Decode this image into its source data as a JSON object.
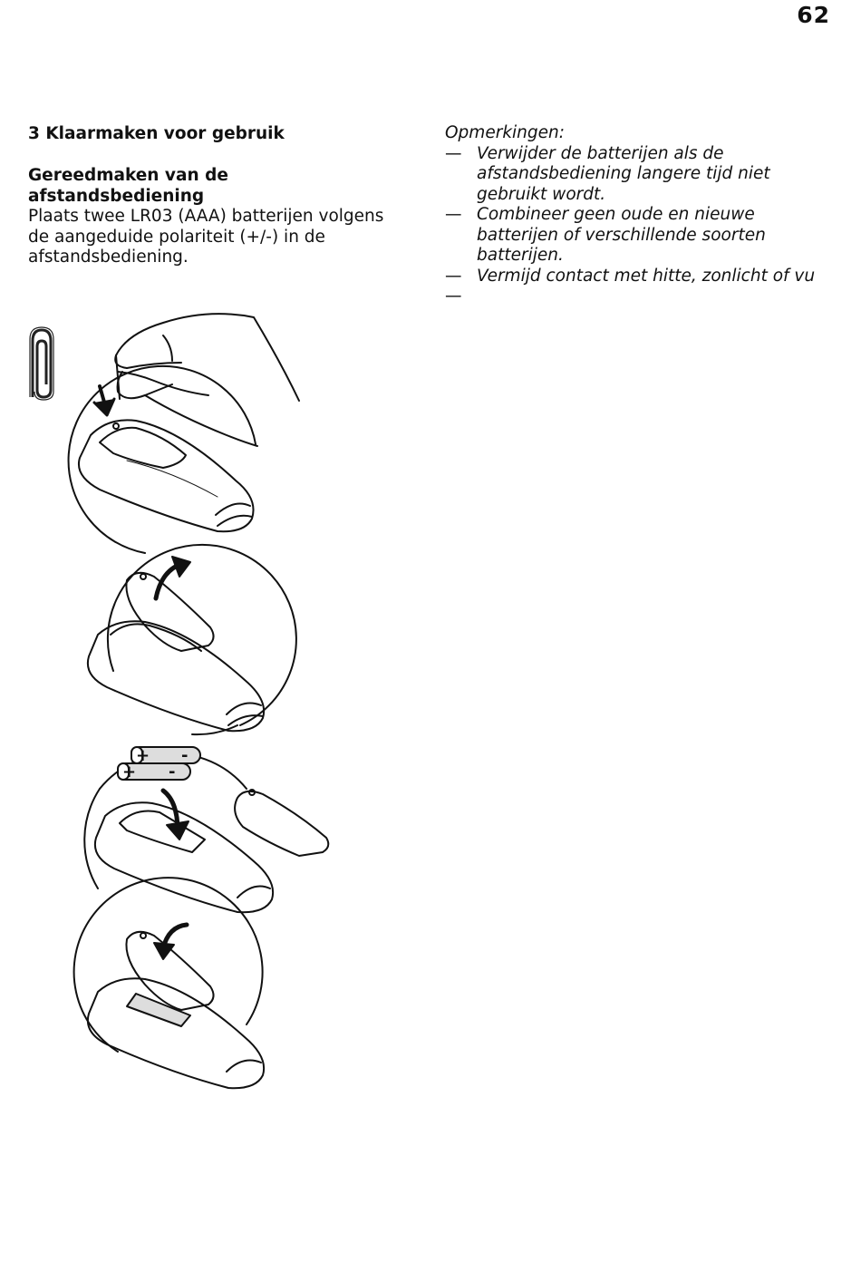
{
  "page": {
    "number": "62"
  },
  "main": {
    "chapter_title": "3 Klaarmaken voor gebruik",
    "section_title": "Gereedmaken van de\nafstandsbediening",
    "body_text": "Plaats twee LR03 (AAA) batterijen volgens\nde aangeduide polariteit (+/-) in de\nafstandsbediening."
  },
  "notes": {
    "heading": "Opmerkingen:",
    "items": [
      {
        "dash": "—",
        "text": "Verwijder de batterijen als de\nafstandsbediening langere tijd niet\ngebruikt wordt."
      },
      {
        "dash": "—",
        "text": "Combineer geen oude en nieuwe\nbatterijen of verschillende soorten\nbatterijen."
      },
      {
        "dash": "—",
        "text": "Vermijd contact met hitte, zonlicht of vu"
      },
      {
        "dash": "—",
        "text": ""
      }
    ]
  },
  "illustration": {
    "battery_labels": {
      "plus": "+",
      "minus": "-"
    }
  },
  "icons": {
    "paperclip": "paperclip-icon",
    "arrow": "curved-arrow-icon"
  }
}
